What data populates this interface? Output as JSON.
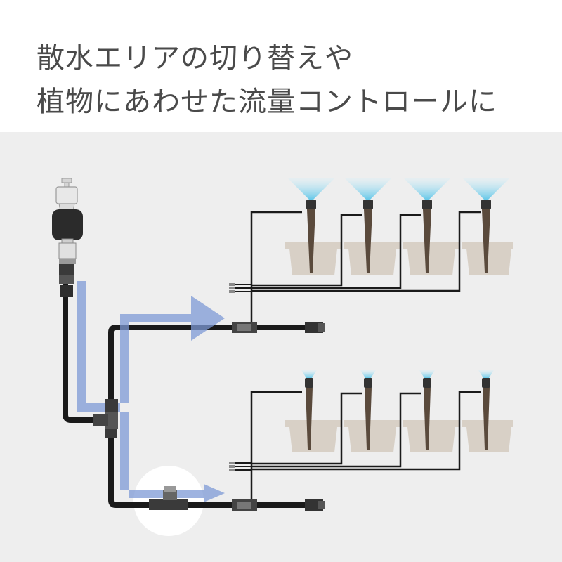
{
  "header": {
    "title_line_1": "散水エリアの切り替えや",
    "title_line_2": "植物にあわせた流量コントロールに"
  },
  "colors": {
    "header_background": "#ffffff",
    "diagram_background": "#eeeeee",
    "title_text": "#4a4a4a",
    "hose": "#1a1a1a",
    "flow_arrow": "#7d9ad6",
    "planter": "#d8d0c6",
    "spray": "#7ed3ee",
    "highlight_circle": "#ffffff"
  },
  "diagram": {
    "upper_zone": {
      "planter_count": 4,
      "spray": "wide"
    },
    "lower_zone": {
      "planter_count": 4,
      "spray": "narrow"
    }
  }
}
